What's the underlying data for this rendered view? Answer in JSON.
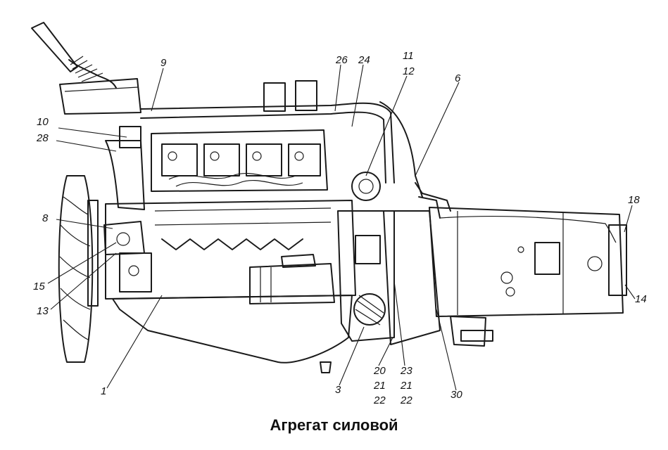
{
  "caption": "Агрегат силовой",
  "callouts": [
    {
      "id": "c9",
      "text": "9"
    },
    {
      "id": "c26",
      "text": "26"
    },
    {
      "id": "c24",
      "text": "24"
    },
    {
      "id": "c11",
      "text": "11"
    },
    {
      "id": "c12",
      "text": "12"
    },
    {
      "id": "c6",
      "text": "6"
    },
    {
      "id": "c10",
      "text": "10"
    },
    {
      "id": "c28",
      "text": "28"
    },
    {
      "id": "c8",
      "text": "8"
    },
    {
      "id": "c15",
      "text": "15"
    },
    {
      "id": "c13",
      "text": "13"
    },
    {
      "id": "c18",
      "text": "18"
    },
    {
      "id": "c14",
      "text": "14"
    },
    {
      "id": "c1",
      "text": "1"
    },
    {
      "id": "c3",
      "text": "3"
    },
    {
      "id": "c20",
      "text": "20"
    },
    {
      "id": "c21a",
      "text": "21"
    },
    {
      "id": "c22a",
      "text": "22"
    },
    {
      "id": "c23",
      "text": "23"
    },
    {
      "id": "c21b",
      "text": "21"
    },
    {
      "id": "c22b",
      "text": "22"
    },
    {
      "id": "c30",
      "text": "30"
    }
  ]
}
